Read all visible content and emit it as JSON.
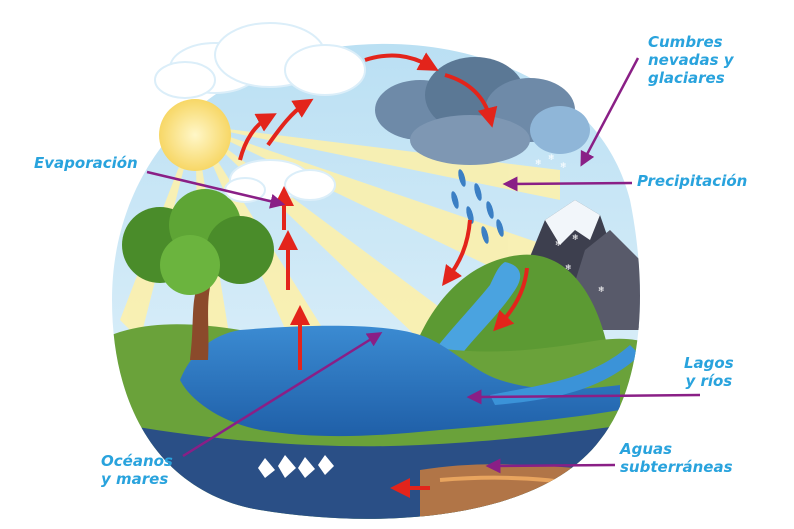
{
  "labels": {
    "evaporacion": "Evaporación",
    "cumbres_line1": "Cumbres",
    "cumbres_line2": "nevadas y",
    "cumbres_line3": "glaciares",
    "precipitacion": "Precipitación",
    "lagos_line1": "Lagos",
    "lagos_line2": "y ríos",
    "oceanos_line1": "Océanos",
    "oceanos_line2": "y mares",
    "aguas_line1": "Aguas",
    "aguas_line2": "subterráneas"
  },
  "colors": {
    "label_text": "#29a3dd",
    "pointer_line": "#8a1f86",
    "cycle_arrow": "#e3241b",
    "sky": "#cde8f5",
    "ocean": "#2f79c4",
    "grass": "#6aa23a",
    "sun": "#fbe59a"
  }
}
